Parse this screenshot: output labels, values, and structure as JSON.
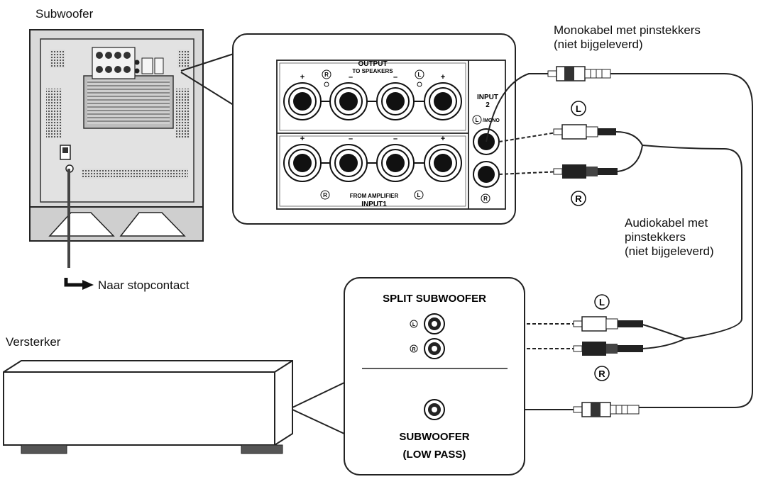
{
  "labels": {
    "subwoofer": "Subwoofer",
    "mains": "Naar stopcontact",
    "amplifier": "Versterker",
    "mono_cable_line1": "Monokabel met pinstekkers",
    "mono_cable_line2": "(niet bijgeleverd)",
    "audio_cable_line1": "Audiokabel met",
    "audio_cable_line2": "pinstekkers",
    "audio_cable_line3": "(niet bijgeleverd)"
  },
  "panel": {
    "output": "OUTPUT",
    "to_speakers": "TO SPEAKERS",
    "from_amplifier": "FROM AMPLIFIER",
    "input1": "INPUT1",
    "input2_line1": "INPUT",
    "input2_line2": "2",
    "mono": "/MONO",
    "plus": "+",
    "minus": "–",
    "left": "L",
    "right": "R"
  },
  "amp_panel": {
    "split_subwoofer": "SPLIT SUBWOOFER",
    "subwoofer_line1": "SUBWOOFER",
    "subwoofer_line2": "(LOW PASS)",
    "left": "L",
    "right": "R"
  },
  "plugs": {
    "left": "L",
    "right": "R"
  }
}
